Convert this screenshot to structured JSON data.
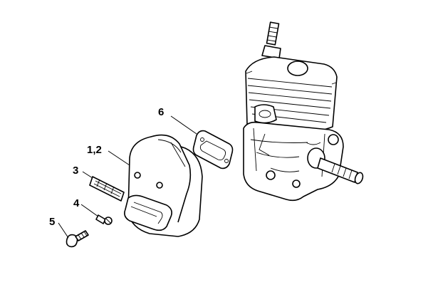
{
  "callouts": {
    "muffler": "1,2",
    "screen": "3",
    "screw_small": "4",
    "screw_large": "5",
    "gasket": "6"
  },
  "colors": {
    "line": "#000000",
    "background": "#ffffff"
  }
}
